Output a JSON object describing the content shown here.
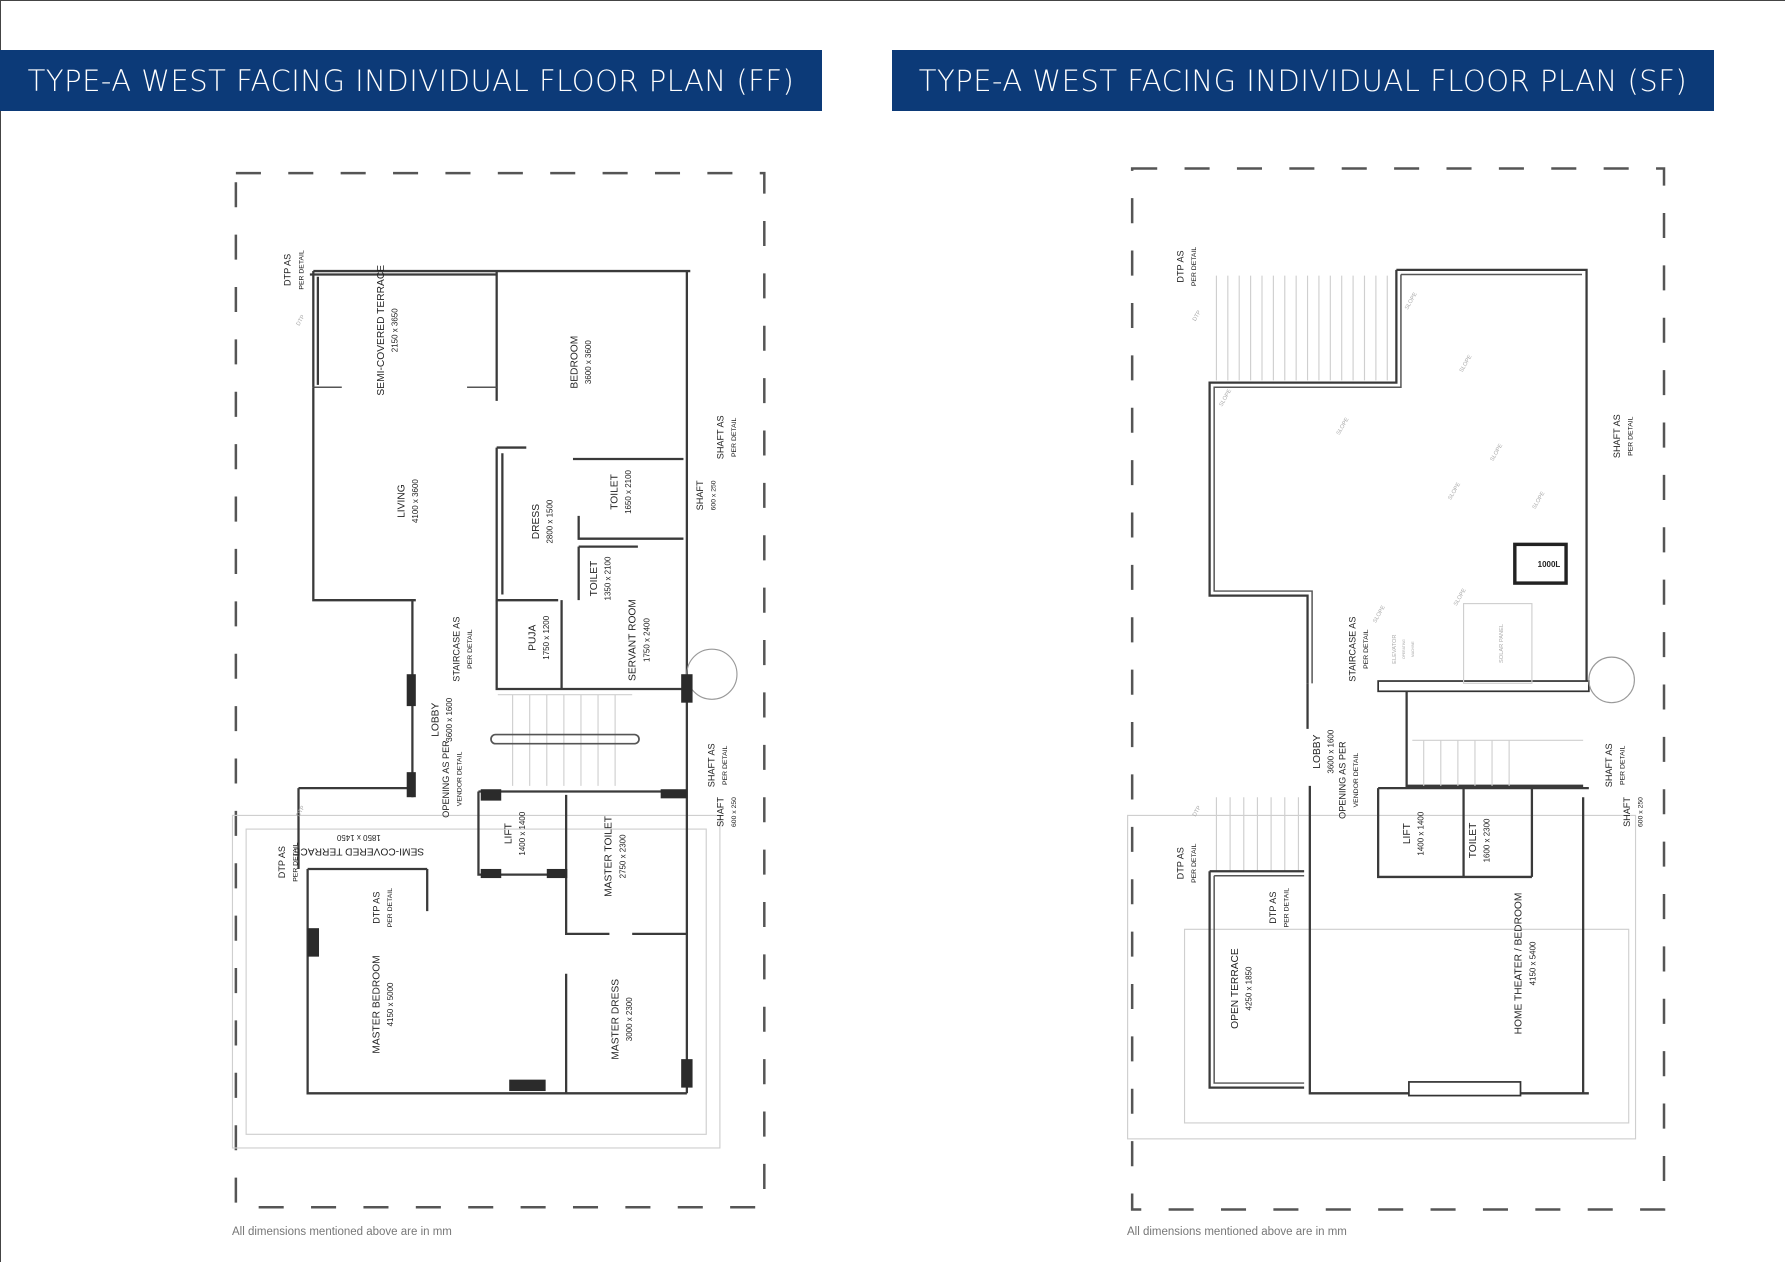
{
  "ff": {
    "title": "TYPE-A WEST FACING INDIVIDUAL FLOOR PLAN (FF)",
    "note": "All dimensions mentioned above are in mm",
    "labels": {
      "dtp_top": [
        "DTP AS",
        "PER DETAIL"
      ],
      "semi_terrace": [
        "SEMI-COVERED TERRACE",
        "2150 x 3650"
      ],
      "bedroom": [
        "BEDROOM",
        "3600 x 3600"
      ],
      "living": [
        "LIVING",
        "4100 x 3600"
      ],
      "dress": [
        "DRESS",
        "2800 x 1500"
      ],
      "toilet_1": [
        "TOILET",
        "1650 x 2100"
      ],
      "toilet_2": [
        "TOILET",
        "1350 x 2100"
      ],
      "servant_room": [
        "SERVANT ROOM",
        "1750 x 2400"
      ],
      "puja": [
        "PUJA",
        "1750 x 1200"
      ],
      "staircase": [
        "STAIRCASE AS",
        "PER DETAIL"
      ],
      "lobby": [
        "LOBBY",
        "3600 x 1600"
      ],
      "opening": [
        "OPENING AS PER",
        "VENDOR DETAIL"
      ],
      "shaft_detail_1": [
        "SHAFT AS",
        "PER DETAIL"
      ],
      "shaft_1": [
        "SHAFT",
        "600 x 250"
      ],
      "shaft_detail_2": [
        "SHAFT AS",
        "PER DETAIL"
      ],
      "shaft_2": [
        "SHAFT",
        "600 x 250"
      ],
      "semi_terrace_2": [
        "SEMI-COVERED TERRACE",
        "1850 x 1450"
      ],
      "dtp_left": [
        "DTP AS",
        "PER DETAIL"
      ],
      "dtp_mid": [
        "DTP AS",
        "PER DETAIL"
      ],
      "lift": [
        "LIFT",
        "1400 x 1400"
      ],
      "master_toilet": [
        "MASTER TOILET",
        "2750 x 2300"
      ],
      "master_bedroom": [
        "MASTER BEDROOM",
        "4150 x 5000"
      ],
      "master_dress": [
        "MASTER DRESS",
        "3000 x 2300"
      ],
      "dtp_tag": "DTP"
    }
  },
  "sf": {
    "title": "TYPE-A WEST FACING INDIVIDUAL FLOOR PLAN (SF)",
    "note": "All dimensions mentioned above are in mm",
    "labels": {
      "dtp_top": [
        "DTP AS",
        "PER DETAIL"
      ],
      "shaft_detail_1": [
        "SHAFT AS",
        "PER DETAIL"
      ],
      "staircase": [
        "STAIRCASE AS",
        "PER DETAIL"
      ],
      "lobby": [
        "LOBBY",
        "3600 x 1600"
      ],
      "opening": [
        "OPENING AS PER",
        "VENDOR DETAIL"
      ],
      "lift": [
        "LIFT",
        "1400 x 1400"
      ],
      "toilet": [
        "TOILET",
        "1600 x 2300"
      ],
      "shaft_detail_2": [
        "SHAFT AS",
        "PER DETAIL"
      ],
      "shaft_2": [
        "SHAFT",
        "600 x 250"
      ],
      "dtp_left": [
        "DTP AS",
        "PER DETAIL"
      ],
      "dtp_mid": [
        "DTP AS",
        "PER DETAIL"
      ],
      "open_terrace": [
        "OPEN TERRACE",
        "4250 x 1850"
      ],
      "home_theater": [
        "HOME THEATER / BEDROOM",
        "4150 x 5400"
      ],
      "elevator_machine": [
        "ELEVATOR",
        "OPERATING",
        "MACHINE"
      ],
      "solar": [
        "SOLAR PANEL"
      ],
      "slope": "SLOPE",
      "tank": "1000L",
      "dtp_tag": "DTP"
    }
  }
}
